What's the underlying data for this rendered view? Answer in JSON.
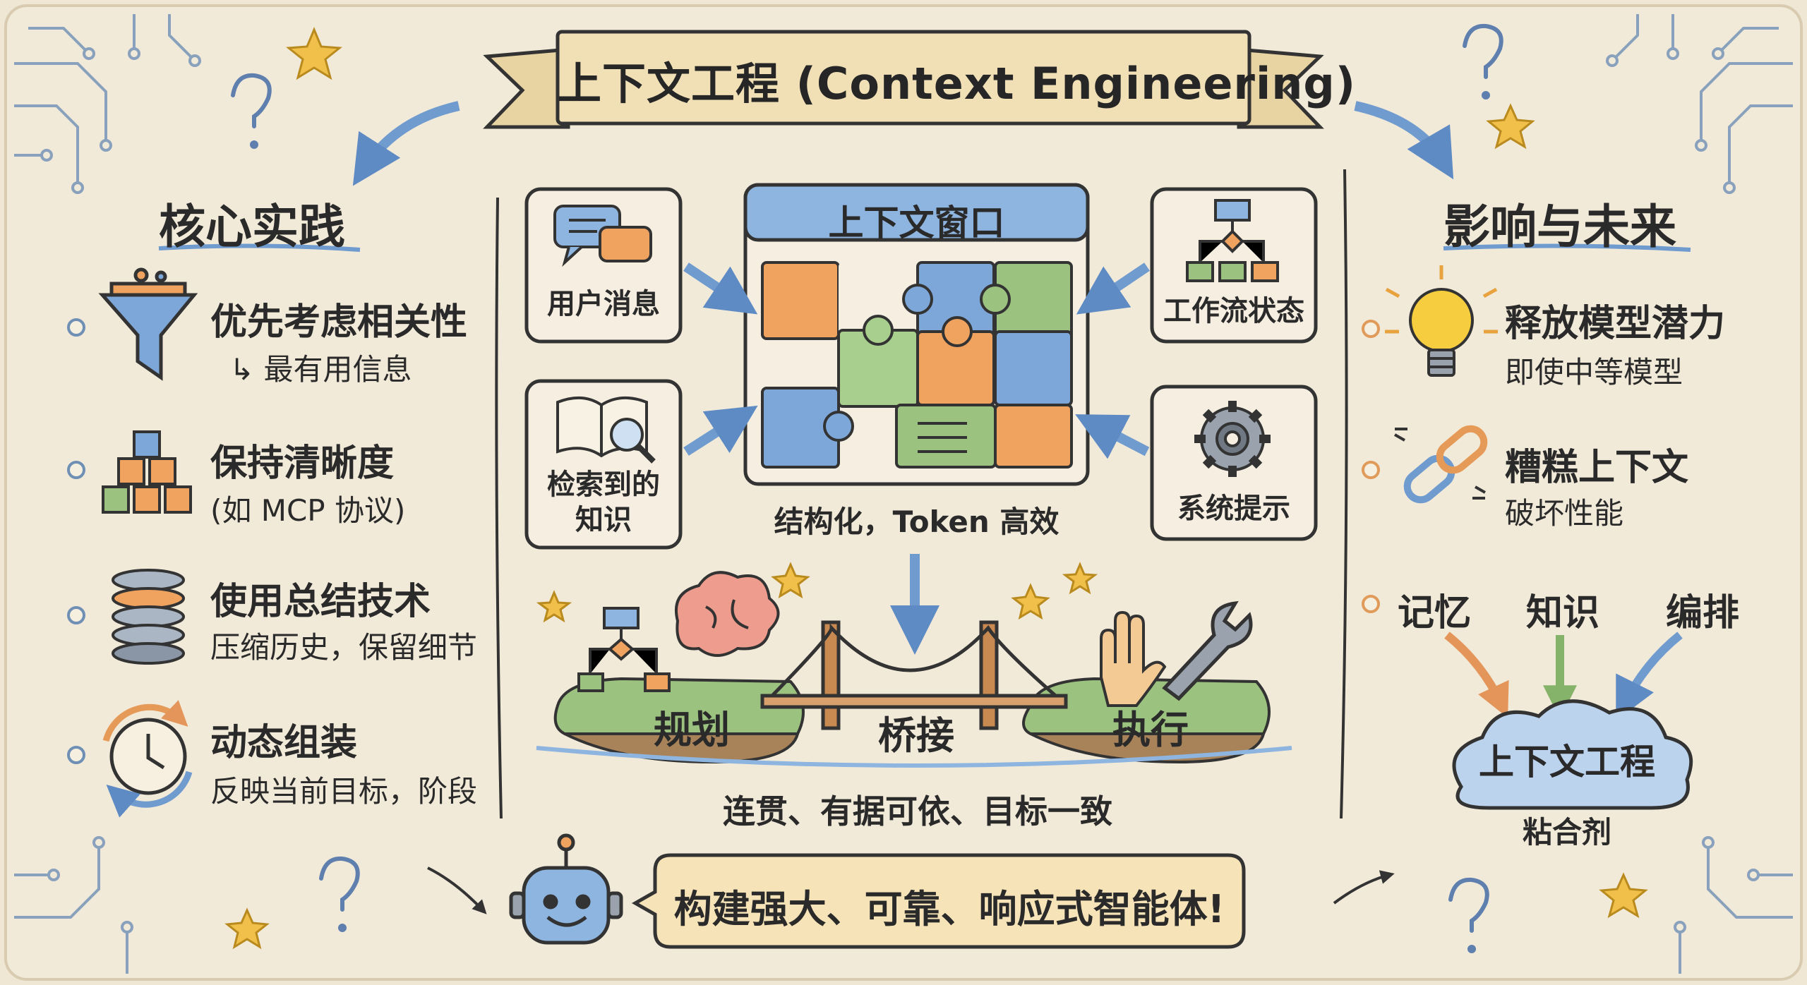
{
  "title": "上下文工程 (Context Engineering)",
  "left": {
    "heading": "核心实践",
    "items": [
      {
        "main": "优先考虑相关性",
        "sub": "↳ 最有用信息",
        "icon": "funnel-icon"
      },
      {
        "main": "保持清晰度",
        "sub": "(如 MCP 协议)",
        "icon": "blocks-icon"
      },
      {
        "main": "使用总结技术",
        "sub": "压缩历史，保留细节",
        "icon": "spring-icon"
      },
      {
        "main": "动态组装",
        "sub": "反映当前目标，阶段",
        "icon": "clock-icon"
      }
    ]
  },
  "center": {
    "window_title": "上下文窗口",
    "cards": {
      "user_message": "用户消息",
      "retrieved_knowledge": "检索到的知识",
      "workflow_state": "工作流状态",
      "system_prompt": "系统提示"
    },
    "caption": "结构化，Token 高效",
    "islands": {
      "left": "规划",
      "bridge": "桥接",
      "right": "执行"
    },
    "bottom_caption": "连贯、有据可依、目标一致"
  },
  "right": {
    "heading": "影响与未来",
    "items": [
      {
        "main": "释放模型潜力",
        "sub": "即使中等模型",
        "icon": "lightbulb-icon"
      },
      {
        "main": "糟糕上下文",
        "sub": "破坏性能",
        "icon": "broken-chain-icon"
      }
    ],
    "trio": [
      "记忆",
      "知识",
      "编排"
    ],
    "cloud": "上下文工程",
    "cloud_caption": "粘合剂"
  },
  "banner": "构建强大、可靠、响应式智能体!",
  "colors": {
    "paper": "#efe6d4",
    "ink": "#2f2f2f",
    "blue": "#6f9bcf",
    "orange": "#e79a5c",
    "green": "#9cc27f",
    "yellow": "#f3c94a",
    "banner": "#f6e4b8"
  }
}
